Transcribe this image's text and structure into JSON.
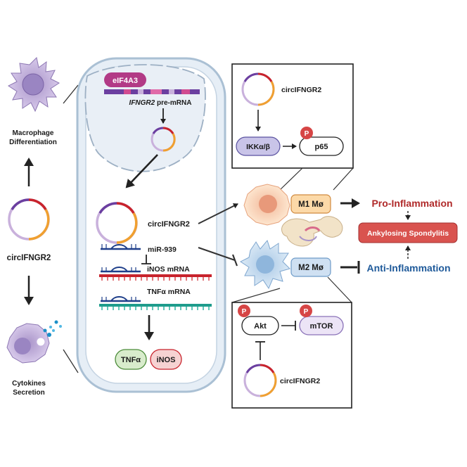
{
  "left_panel": {
    "macrophage_label_line1": "Macrophage",
    "macrophage_label_line2": "Differentiation",
    "circ_label": "circIFNGR2",
    "cytokines_label_line1": "Cytokines",
    "cytokines_label_line2": "Secretion"
  },
  "cell": {
    "eif4a3_label": "eIF4A3",
    "premrna_gene": "IFNGR2",
    "premrna_suffix": " pre-mRNA",
    "circ_label": "circIFNGR2",
    "mirna_label": "miR-939",
    "inos_mrna_label": "iNOS mRNA",
    "tnfa_mrna_label": "TNFα mRNA",
    "tnfa_protein": "TNFα",
    "inos_protein": "iNOS"
  },
  "top_box": {
    "circ_label": "circIFNGR2",
    "ikk_label": "IKKα/β",
    "p65_label": "p65",
    "phospho_label": "P"
  },
  "middle": {
    "m1_label": "M1 Mø",
    "m2_label": "M2 Mø",
    "pro_inflammation": "Pro-Inflammation",
    "anti_inflammation": "Anti-Inflammation",
    "disease_label": "Ankylosing Spondylitis"
  },
  "bottom_box": {
    "akt_label": "Akt",
    "mtor_label": "mTOR",
    "circ_label": "circIFNGR2",
    "phospho_label": "P"
  },
  "colors": {
    "circ_purple": "#6b3fa0",
    "circ_red": "#c8232c",
    "circ_orange": "#f0a030",
    "circ_lavender": "#c9b1dc",
    "pro_red": "#b02a2a",
    "anti_blue": "#1f5a9a",
    "eif4a3_magenta": "#b23a86",
    "ikk_fill": "#c9c4e8",
    "m1_fill": "#fcd9a8",
    "m2_fill": "#cfe0f2",
    "tnfa_fill": "#d8eccc",
    "inos_fill": "#f6d2d2",
    "as_fill": "#d9534f"
  }
}
